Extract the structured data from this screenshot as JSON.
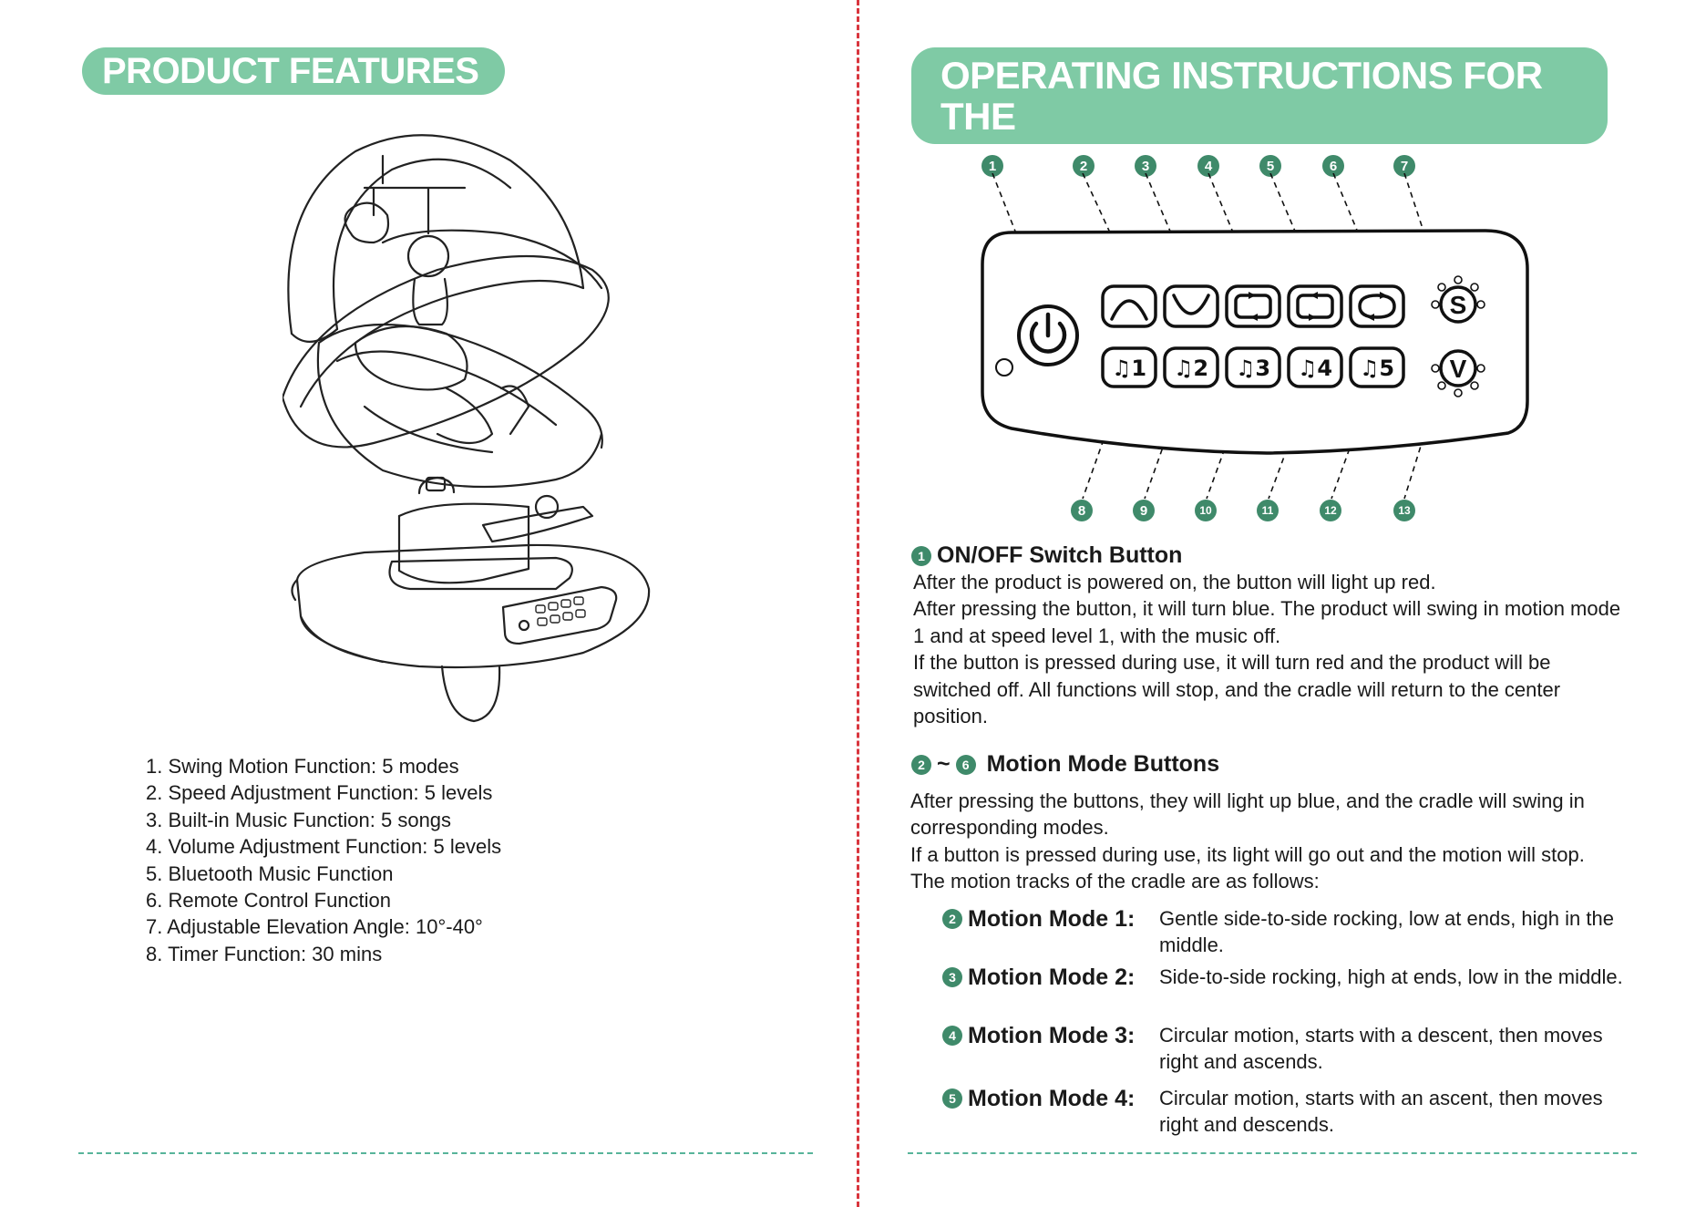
{
  "left": {
    "title": "PRODUCT FEATURES",
    "features": [
      "1. Swing Motion Function: 5 modes",
      "2. Speed Adjustment Function: 5 levels",
      "3. Built-in Music Function: 5 songs",
      "4. Volume Adjustment Function: 5 levels",
      "5. Bluetooth Music Function",
      "6. Remote Control Function",
      "7. Adjustable Elevation Angle: 10°-40°",
      "8. Timer Function: 30 mins"
    ]
  },
  "right": {
    "title_line1": "OPERATING INSTRUCTIONS FOR THE",
    "title_line2": "CONTROL PANEL",
    "panel": {
      "top_numbers": [
        "1",
        "2",
        "3",
        "4",
        "5",
        "6",
        "7"
      ],
      "bottom_numbers": [
        "8",
        "9",
        "10",
        "11",
        "12",
        "13"
      ],
      "music_labels": [
        "♫1",
        "♫2",
        "♫3",
        "♫4",
        "♫5"
      ],
      "speed_label": "S",
      "volume_label": "V"
    },
    "onoff": {
      "badge": "1",
      "heading": "ON/OFF Switch Button",
      "lines": [
        "After the product is powered on, the button will light up red.",
        "After pressing the button, it will turn blue. The product will swing in motion mode 1 and at speed level 1, with the music off.",
        "If the button is pressed during use, it will turn red and the product will be switched off. All functions will stop, and the cradle will return to the center position."
      ]
    },
    "motion": {
      "badge_from": "2",
      "tilde": "~",
      "badge_to": "6",
      "heading": "Motion Mode Buttons",
      "lines": [
        "After pressing the buttons, they will light up blue, and the cradle will swing in corresponding modes.",
        "If a button is pressed during use, its light will go out and the motion will stop.",
        "The motion tracks of the cradle are as follows:"
      ],
      "modes": [
        {
          "badge": "2",
          "label": "Motion Mode 1:",
          "desc": "Gentle side-to-side rocking, low at ends, high in the middle."
        },
        {
          "badge": "3",
          "label": "Motion Mode 2:",
          "desc": "Side-to-side rocking, high at ends, low in the middle."
        },
        {
          "badge": "4",
          "label": "Motion Mode 3:",
          "desc": "Circular motion, starts with a descent, then moves right and ascends."
        },
        {
          "badge": "5",
          "label": "Motion Mode 4:",
          "desc": "Circular motion, starts with an ascent, then moves right and descends."
        }
      ]
    }
  }
}
